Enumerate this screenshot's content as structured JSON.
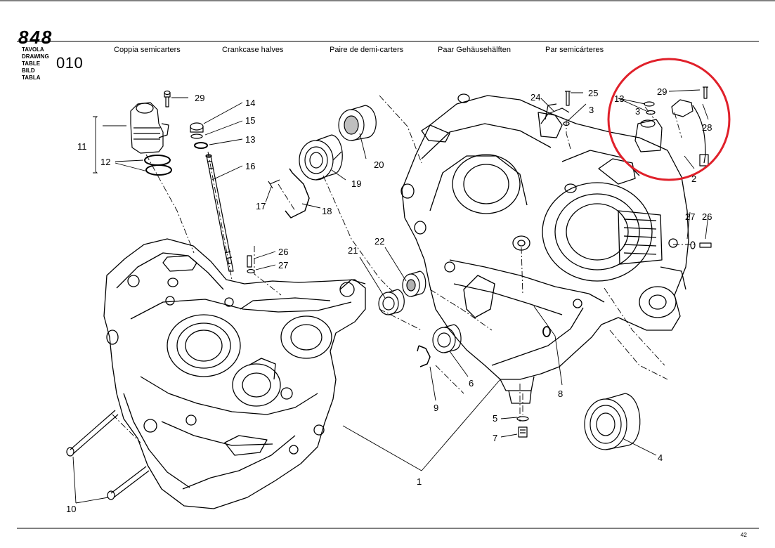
{
  "header": {
    "model": "848",
    "labels": [
      "TAVOLA",
      "DRAWING",
      "TABLE",
      "BILD",
      "TABLA"
    ],
    "table_number": "010",
    "titles": {
      "it": "Coppia semicarters",
      "en": "Crankcase halves",
      "fr": "Paire de demi-carters",
      "de": "Paar Gehäusehälften",
      "es": "Par semicárteres"
    }
  },
  "callouts": {
    "c1": "1",
    "c2": "2",
    "c3a": "3",
    "c3b": "3",
    "c4": "4",
    "c5": "5",
    "c6": "6",
    "c7": "7",
    "c8": "8",
    "c9": "9",
    "c10": "10",
    "c11": "11",
    "c12": "12",
    "c13": "13",
    "c14": "14",
    "c15": "15",
    "c16": "16",
    "c17": "17",
    "c18": "18",
    "c19": "19",
    "c20": "20",
    "c21": "21",
    "c22": "22",
    "c24": "24",
    "c25": "25",
    "c26a": "26",
    "c26b": "26",
    "c27a": "27",
    "c27b": "27",
    "c28": "28",
    "c29a": "29",
    "c29b": "29"
  },
  "footer": {
    "page_number": "42"
  },
  "highlight_color": "#e0202a"
}
